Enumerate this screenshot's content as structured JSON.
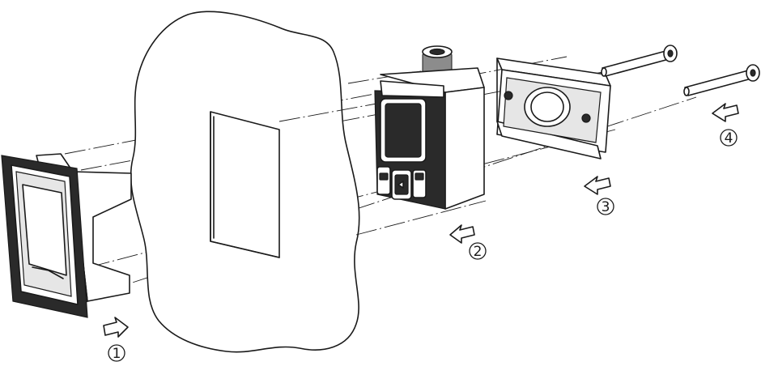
{
  "steps": [
    {
      "label": "1"
    },
    {
      "label": "2"
    },
    {
      "label": "3"
    },
    {
      "label": "4"
    }
  ],
  "icons": {
    "arrow": "hollow-left-arrow",
    "wall": "irregular-wall-cutout"
  }
}
